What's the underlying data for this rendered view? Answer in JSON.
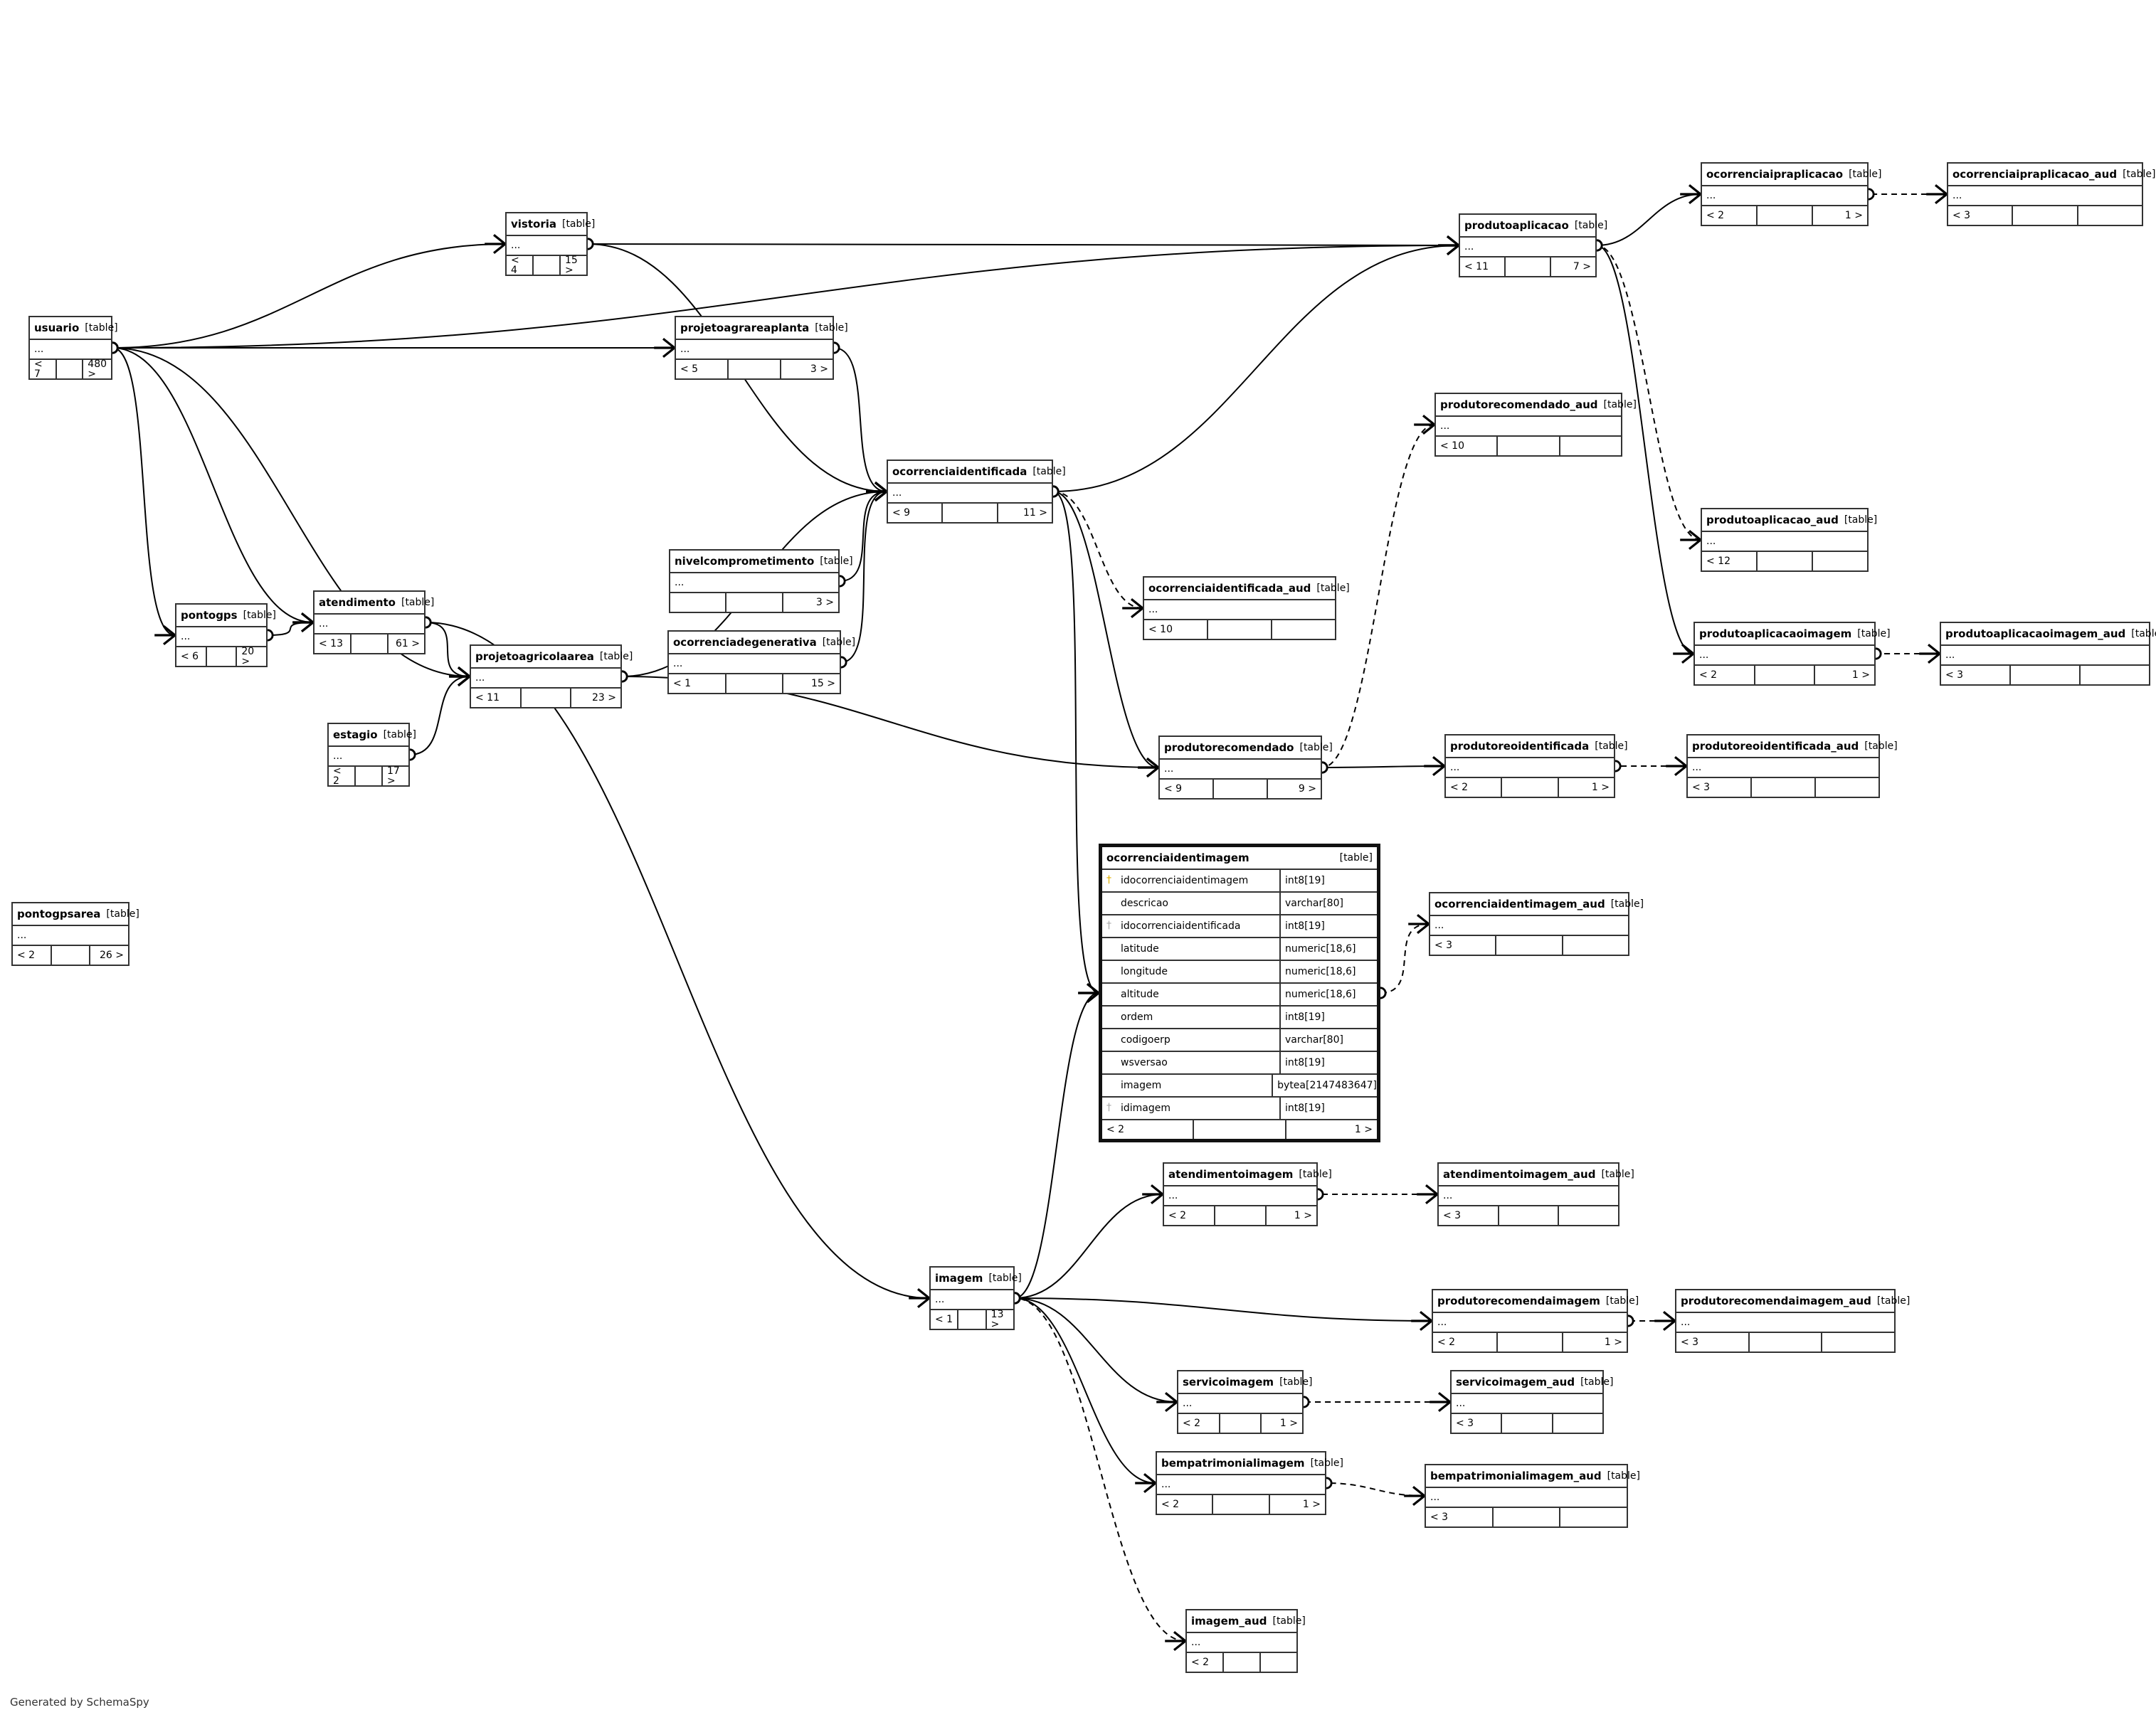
{
  "footer": "Generated by SchemaSpy",
  "table_tag": "[table]",
  "ellipsis": "...",
  "tables": {
    "usuario": {
      "name": "usuario",
      "left": "< 7",
      "right": "480 >"
    },
    "pontogps": {
      "name": "pontogps",
      "left": "< 6",
      "right": "20 >"
    },
    "pontogpsarea": {
      "name": "pontogpsarea",
      "left": "< 2",
      "right": "26 >"
    },
    "vistoria": {
      "name": "vistoria",
      "left": "< 4",
      "right": "15 >"
    },
    "atendimento": {
      "name": "atendimento",
      "left": "< 13",
      "right": "61 >"
    },
    "estagio": {
      "name": "estagio",
      "left": "< 2",
      "right": "17 >"
    },
    "projetoagrareaplanta": {
      "name": "projetoagrareaplanta",
      "left": "< 5",
      "right": "3 >"
    },
    "projetoagricolaarea": {
      "name": "projetoagricolaarea",
      "left": "< 11",
      "right": "23 >"
    },
    "nivelcomprometimento": {
      "name": "nivelcomprometimento",
      "left": "",
      "right": "3 >"
    },
    "ocorrenciadegenerativa": {
      "name": "ocorrenciadegenerativa",
      "left": "< 1",
      "right": "15 >"
    },
    "ocorrenciaidentificada": {
      "name": "ocorrenciaidentificada",
      "left": "< 9",
      "right": "11 >"
    },
    "ocorrenciaidentificada_aud": {
      "name": "ocorrenciaidentificada_aud",
      "left": "< 10",
      "right": ""
    },
    "produtorecomendado": {
      "name": "produtorecomendado",
      "left": "< 9",
      "right": "9 >"
    },
    "produtoaplicacao": {
      "name": "produtoaplicacao",
      "left": "< 11",
      "right": "7 >"
    },
    "produtorecomendado_aud": {
      "name": "produtorecomendado_aud",
      "left": "< 10",
      "right": ""
    },
    "ocorrenciaipraplicacao": {
      "name": "ocorrenciaipraplicacao",
      "left": "< 2",
      "right": "1 >"
    },
    "ocorrenciaipraplicacao_aud": {
      "name": "ocorrenciaipraplicacao_aud",
      "left": "< 3",
      "right": ""
    },
    "produtoaplicacao_aud": {
      "name": "produtoaplicacao_aud",
      "left": "< 12",
      "right": ""
    },
    "produtoaplicacaoimagem": {
      "name": "produtoaplicacaoimagem",
      "left": "< 2",
      "right": "1 >"
    },
    "produtoaplicacaoimagem_aud": {
      "name": "produtoaplicacaoimagem_aud",
      "left": "< 3",
      "right": ""
    },
    "produtoreoidentificada": {
      "name": "produtoreoidentificada",
      "left": "< 2",
      "right": "1 >"
    },
    "produtoreoidentificada_aud": {
      "name": "produtoreoidentificada_aud",
      "left": "< 3",
      "right": ""
    },
    "ocorrenciaidentimagem_aud": {
      "name": "ocorrenciaidentimagem_aud",
      "left": "< 3",
      "right": ""
    },
    "atendimentoimagem": {
      "name": "atendimentoimagem",
      "left": "< 2",
      "right": "1 >"
    },
    "atendimentoimagem_aud": {
      "name": "atendimentoimagem_aud",
      "left": "< 3",
      "right": ""
    },
    "imagem": {
      "name": "imagem",
      "left": "< 1",
      "right": "13 >"
    },
    "produtorecomendaimagem": {
      "name": "produtorecomendaimagem",
      "left": "< 2",
      "right": "1 >"
    },
    "produtorecomendaimagem_aud": {
      "name": "produtorecomendaimagem_aud",
      "left": "< 3",
      "right": ""
    },
    "servicoimagem": {
      "name": "servicoimagem",
      "left": "< 2",
      "right": "1 >"
    },
    "servicoimagem_aud": {
      "name": "servicoimagem_aud",
      "left": "< 3",
      "right": ""
    },
    "bempatrimonialimagem": {
      "name": "bempatrimonialimagem",
      "left": "< 2",
      "right": "1 >"
    },
    "bempatrimonialimagem_aud": {
      "name": "bempatrimonialimagem_aud",
      "left": "< 3",
      "right": ""
    },
    "imagem_aud": {
      "name": "imagem_aud",
      "left": "< 2",
      "right": ""
    }
  },
  "focus_table": {
    "name": "ocorrenciaidentimagem",
    "tag": "[table]",
    "left": "< 2",
    "right": "1 >",
    "columns": [
      {
        "name": "idocorrenciaidentimagem",
        "type": "int8[19]",
        "key": "pk"
      },
      {
        "name": "descricao",
        "type": "varchar[80]",
        "key": ""
      },
      {
        "name": "idocorrenciaidentificada",
        "type": "int8[19]",
        "key": "fk"
      },
      {
        "name": "latitude",
        "type": "numeric[18,6]",
        "key": ""
      },
      {
        "name": "longitude",
        "type": "numeric[18,6]",
        "key": ""
      },
      {
        "name": "altitude",
        "type": "numeric[18,6]",
        "key": ""
      },
      {
        "name": "ordem",
        "type": "int8[19]",
        "key": ""
      },
      {
        "name": "codigoerp",
        "type": "varchar[80]",
        "key": ""
      },
      {
        "name": "wsversao",
        "type": "int8[19]",
        "key": ""
      },
      {
        "name": "imagem",
        "type": "bytea[2147483647]",
        "key": ""
      },
      {
        "name": "idimagem",
        "type": "int8[19]",
        "key": "fk"
      }
    ]
  },
  "relationships": [
    {
      "from": "vistoria",
      "to": "usuario",
      "style": "solid"
    },
    {
      "from": "projetoagrareaplanta",
      "to": "usuario",
      "style": "solid"
    },
    {
      "from": "atendimento",
      "to": "usuario",
      "style": "solid"
    },
    {
      "from": "atendimento",
      "to": "pontogps",
      "style": "solid"
    },
    {
      "from": "pontogps",
      "to": "usuario",
      "style": "solid"
    },
    {
      "from": "projetoagricolaarea",
      "to": "usuario",
      "style": "solid"
    },
    {
      "from": "projetoagricolaarea",
      "to": "atendimento",
      "style": "solid"
    },
    {
      "from": "projetoagricolaarea",
      "to": "estagio",
      "style": "solid"
    },
    {
      "from": "ocorrenciaidentificada",
      "to": "vistoria",
      "style": "solid"
    },
    {
      "from": "ocorrenciaidentificada",
      "to": "projetoagrareaplanta",
      "style": "solid"
    },
    {
      "from": "ocorrenciaidentificada",
      "to": "nivelcomprometimento",
      "style": "solid"
    },
    {
      "from": "ocorrenciaidentificada",
      "to": "ocorrenciadegenerativa",
      "style": "solid"
    },
    {
      "from": "ocorrenciaidentificada",
      "to": "projetoagricolaarea",
      "style": "solid"
    },
    {
      "from": "produtorecomendado",
      "to": "ocorrenciaidentificada",
      "style": "solid"
    },
    {
      "from": "produtorecomendado",
      "to": "projetoagricolaarea",
      "style": "solid"
    },
    {
      "from": "produtoaplicacao",
      "to": "usuario",
      "style": "solid"
    },
    {
      "from": "produtoaplicacao",
      "to": "ocorrenciaidentificada",
      "style": "solid"
    },
    {
      "from": "produtoaplicacao",
      "to": "vistoria",
      "style": "solid"
    },
    {
      "from": "ocorrenciaipraplicacao",
      "to": "produtoaplicacao",
      "style": "solid"
    },
    {
      "from": "produtoaplicacaoimagem",
      "to": "produtoaplicacao",
      "style": "solid"
    },
    {
      "from": "produtoreoidentificada",
      "to": "produtorecomendado",
      "style": "solid"
    },
    {
      "from": "ocorrenciaidentimagem",
      "to": "ocorrenciaidentificada",
      "style": "solid"
    },
    {
      "from": "ocorrenciaidentimagem",
      "to": "imagem",
      "style": "solid"
    },
    {
      "from": "atendimentoimagem",
      "to": "imagem",
      "style": "solid"
    },
    {
      "from": "imagem",
      "to": "atendimento",
      "style": "solid"
    },
    {
      "from": "produtorecomendaimagem",
      "to": "imagem",
      "style": "solid"
    },
    {
      "from": "servicoimagem",
      "to": "imagem",
      "style": "solid"
    },
    {
      "from": "bempatrimonialimagem",
      "to": "imagem",
      "style": "solid"
    },
    {
      "from": "ocorrenciaipraplicacao_aud",
      "to": "ocorrenciaipraplicacao",
      "style": "dashed"
    },
    {
      "from": "produtoaplicacaoimagem_aud",
      "to": "produtoaplicacaoimagem",
      "style": "dashed"
    },
    {
      "from": "produtoreoidentificada_aud",
      "to": "produtoreoidentificada",
      "style": "dashed"
    },
    {
      "from": "ocorrenciaidentimagem_aud",
      "to": "ocorrenciaidentimagem",
      "style": "dashed"
    },
    {
      "from": "atendimentoimagem_aud",
      "to": "atendimentoimagem",
      "style": "dashed"
    },
    {
      "from": "produtorecomendaimagem_aud",
      "to": "produtorecomendaimagem",
      "style": "dashed"
    },
    {
      "from": "servicoimagem_aud",
      "to": "servicoimagem",
      "style": "dashed"
    },
    {
      "from": "bempatrimonialimagem_aud",
      "to": "bempatrimonialimagem",
      "style": "dashed"
    },
    {
      "from": "imagem_aud",
      "to": "imagem",
      "style": "dashed"
    },
    {
      "from": "ocorrenciaidentificada_aud",
      "to": "ocorrenciaidentificada",
      "style": "dashed"
    },
    {
      "from": "produtorecomendado_aud",
      "to": "produtorecomendado",
      "style": "dashed"
    },
    {
      "from": "produtoaplicacao_aud",
      "to": "produtoaplicacao",
      "style": "dashed"
    }
  ]
}
